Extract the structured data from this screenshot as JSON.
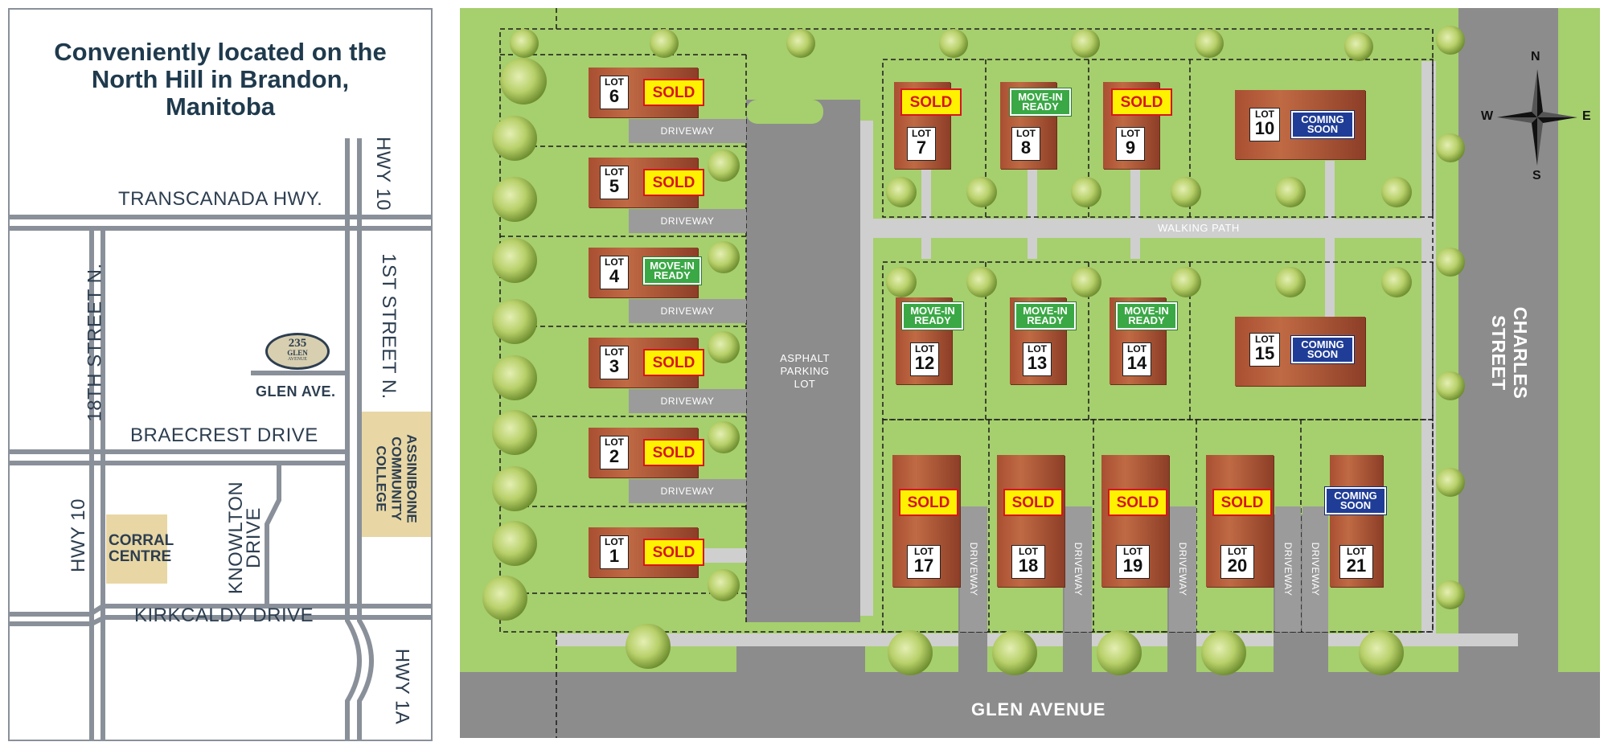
{
  "left_map": {
    "tagline": "Conveniently located on the North Hill in Brandon, Manitoba",
    "roads": {
      "transcanada": "TRANSCANADA HWY.",
      "hwy10_top": "HWY 10",
      "street_18th": "18TH STREET N.",
      "street_1st": "1ST STREET N.",
      "glen_ave": "GLEN AVE.",
      "braecrest": "BRAECREST DRIVE",
      "hwy10_left": "HWY 10",
      "knowlton": "KNOWLTON DRIVE",
      "kirkcaldy": "KIRKCALDY DRIVE",
      "hwy1a": "HWY 1A"
    },
    "landmarks": {
      "corral_centre": "CORRAL CENTRE",
      "assiniboine": "ASSINIBOINE COMMUNITY COLLEGE"
    },
    "marker": {
      "number": "235",
      "name": "GLEN",
      "sub": "AVENUE"
    }
  },
  "site_plan": {
    "streets": {
      "glen_avenue": "GLEN AVENUE",
      "charles_street": "CHARLES STREET"
    },
    "labels": {
      "walking_path": "WALKING PATH",
      "parking": "ASPHALT PARKING LOT",
      "driveway": "DRIVEWAY"
    },
    "compass": {
      "n": "N",
      "s": "S",
      "e": "E",
      "w": "W"
    },
    "lot_word": "LOT",
    "statuses": {
      "sold": "SOLD",
      "move_in_ready": "MOVE-IN READY",
      "coming_soon": "COMING SOON"
    },
    "lots": [
      {
        "lot": "1",
        "status": "sold"
      },
      {
        "lot": "2",
        "status": "sold"
      },
      {
        "lot": "3",
        "status": "sold"
      },
      {
        "lot": "4",
        "status": "move_in_ready"
      },
      {
        "lot": "5",
        "status": "sold"
      },
      {
        "lot": "6",
        "status": "sold"
      },
      {
        "lot": "7",
        "status": "sold"
      },
      {
        "lot": "8",
        "status": "move_in_ready"
      },
      {
        "lot": "9",
        "status": "sold"
      },
      {
        "lot": "10",
        "status": "coming_soon"
      },
      {
        "lot": "12",
        "status": "move_in_ready"
      },
      {
        "lot": "13",
        "status": "move_in_ready"
      },
      {
        "lot": "14",
        "status": "move_in_ready"
      },
      {
        "lot": "15",
        "status": "coming_soon"
      },
      {
        "lot": "17",
        "status": "sold"
      },
      {
        "lot": "18",
        "status": "sold"
      },
      {
        "lot": "19",
        "status": "sold"
      },
      {
        "lot": "20",
        "status": "sold"
      },
      {
        "lot": "21",
        "status": "coming_soon"
      }
    ],
    "colors": {
      "grass": "#a6cf6e",
      "pavement": "#8c8c8c",
      "path": "#cfcfcf",
      "sold_bg": "#fff200",
      "sold_text": "#d6141e",
      "move_in_ready": "#3aa845",
      "coming_soon": "#1f3d97",
      "building": "#b35a38",
      "road_label": "#ffffff",
      "left_roads": "#8a9099",
      "beige_landmark": "#e8d7a4",
      "title_color": "#1f3a4d"
    }
  }
}
